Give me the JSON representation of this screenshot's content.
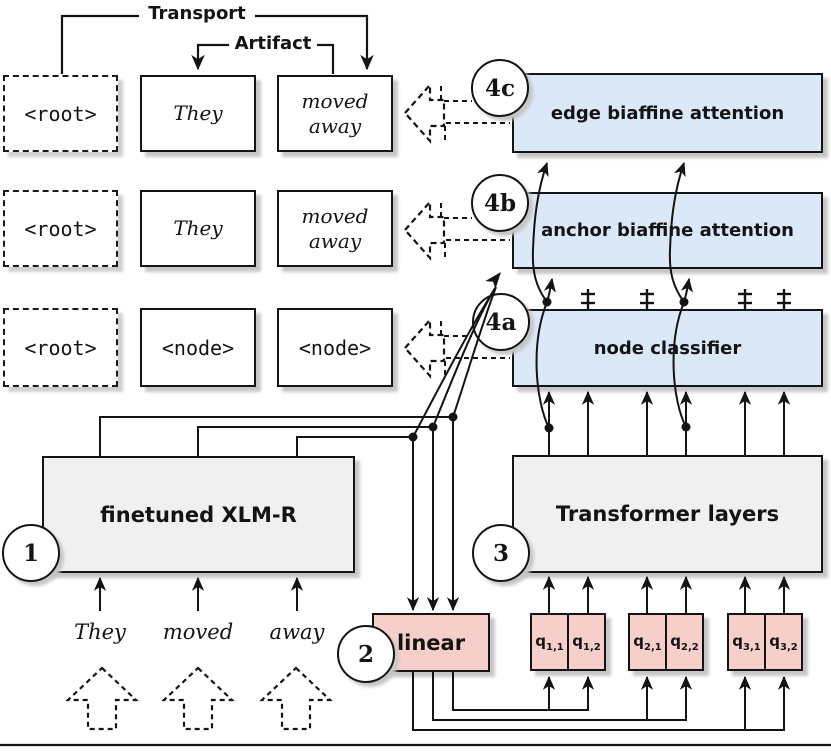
{
  "diagram": {
    "relations": {
      "transport": "Transport",
      "artifact": "Artifact"
    },
    "output_rows": [
      {
        "cells": [
          "<root>",
          "They",
          "moved\naway"
        ]
      },
      {
        "cells": [
          "<root>",
          "They",
          "moved\naway"
        ]
      },
      {
        "cells": [
          "<root>",
          "<node>",
          "<node>"
        ]
      }
    ],
    "modules": {
      "edge_biaffine": "edge biaffine attention",
      "anchor_biaffine": "anchor biaffine attention",
      "node_classifier": "node classifier",
      "encoder": "finetuned XLM-R",
      "transformer": "Transformer layers",
      "linear": "linear"
    },
    "step_badges": {
      "step1": "1",
      "step2": "2",
      "step3": "3",
      "step4a": "4a",
      "step4b": "4b",
      "step4c": "4c"
    },
    "input_tokens": [
      "They",
      "moved",
      "away"
    ],
    "queries": [
      {
        "base": "q",
        "sub": "1,1"
      },
      {
        "base": "q",
        "sub": "1,2"
      },
      {
        "base": "q",
        "sub": "2,1"
      },
      {
        "base": "q",
        "sub": "2,2"
      },
      {
        "base": "q",
        "sub": "3,1"
      },
      {
        "base": "q",
        "sub": "3,2"
      }
    ],
    "icons": {
      "blocked_gradient_mark": "ǂ",
      "dashed_output_arrow_left": "⇦",
      "dashed_input_arrow_up": "⇧"
    },
    "colors": {
      "module_blue": "#dbe8f8",
      "module_pink": "#f6cfca",
      "module_gray": "#f0f0f0",
      "line_black": "#141414",
      "shadow_gray": "#c6c6c6"
    }
  }
}
